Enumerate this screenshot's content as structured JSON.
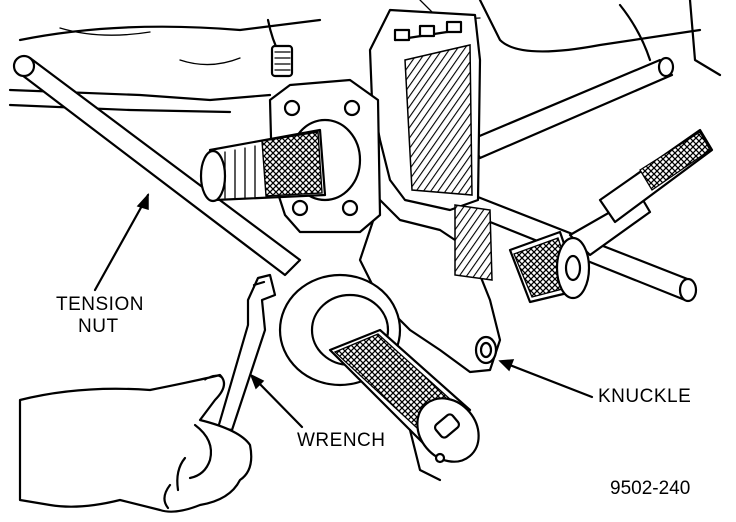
{
  "labels": {
    "tension_nut_line1": "TENSION",
    "tension_nut_line2": "NUT",
    "knuckle": "KNUCKLE",
    "wrench": "WRENCH"
  },
  "figure_id": "9502-240"
}
